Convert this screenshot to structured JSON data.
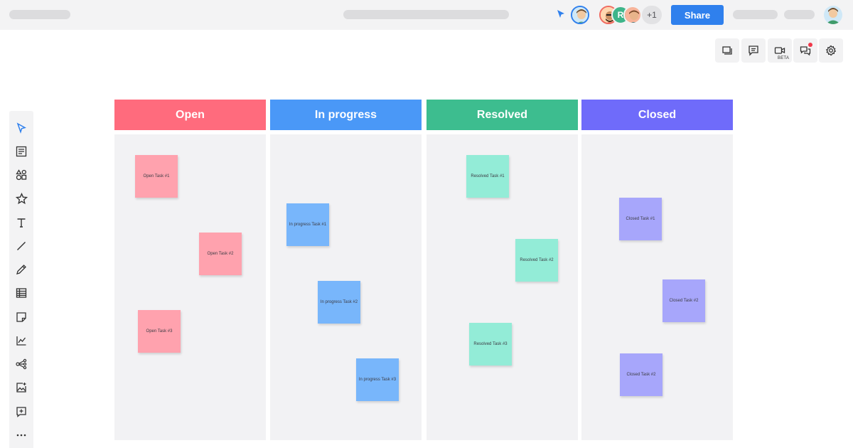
{
  "header": {
    "share_label": "Share",
    "collaborators_more": "+1",
    "collaborator_initial": "R"
  },
  "toolbar_right": {
    "video_beta_label": "BETA"
  },
  "board": {
    "columns": [
      {
        "title": "Open",
        "color": "#ff6b7d",
        "notes": [
          "Open Task #1",
          "Open Task #2",
          "Open Task #3"
        ],
        "note_color": "#ffa2ae"
      },
      {
        "title": "In progress",
        "color": "#4a98f7",
        "notes": [
          "In progress Task #1",
          "In progress Task #2",
          "In progress Task #3"
        ],
        "note_color": "#78b6fb"
      },
      {
        "title": "Resolved",
        "color": "#3dbd8f",
        "notes": [
          "Resolved Task #1",
          "Resolved Task #2",
          "Resolved Task #3"
        ],
        "note_color": "#93ecd7"
      },
      {
        "title": "Closed",
        "color": "#6f6bfa",
        "notes": [
          "Closed Task #1",
          "Closed Task #2",
          "Closed Task #2"
        ],
        "note_color": "#a7a6fb"
      }
    ]
  },
  "icons": {
    "left_toolbar": [
      "select-icon",
      "text-block-icon",
      "shapes-icon",
      "star-icon",
      "text-icon",
      "line-icon",
      "pen-icon",
      "table-icon",
      "sticky-note-icon",
      "chart-icon",
      "mind-map-icon",
      "image-icon",
      "add-frame-icon",
      "more-icon"
    ],
    "right_toolbar": [
      "pages-icon",
      "comments-icon",
      "video-icon",
      "chat-icon",
      "settings-icon"
    ]
  },
  "colors": {
    "accent": "#2f80ed",
    "topbar": "#f3f3f4",
    "column_background": "#f2f2f4"
  }
}
